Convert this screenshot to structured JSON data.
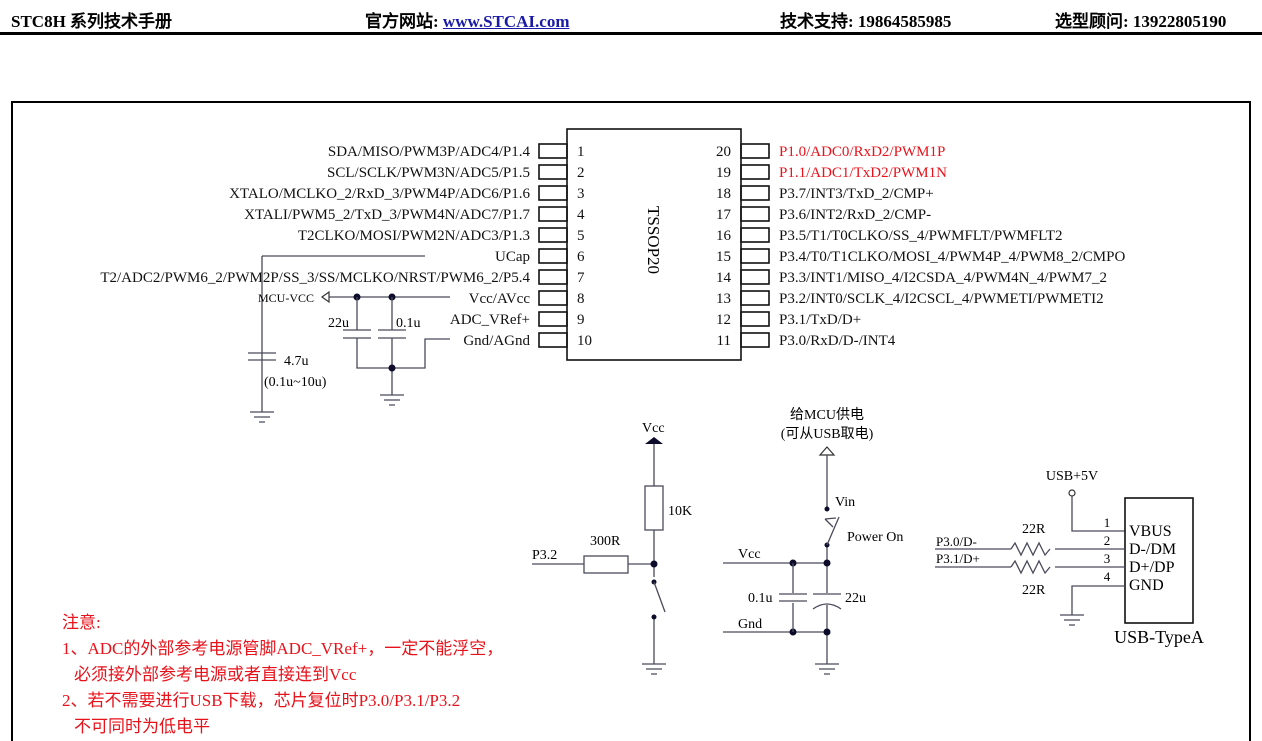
{
  "header": {
    "manual_title": "STC8H 系列技术手册",
    "website_label": "官方网站: ",
    "website_link": "www.STCAI.com",
    "support_label": "技术支持: 19864585985",
    "sales_label": "选型顾问: 13922805190"
  },
  "chip": {
    "package": "TSSOP20",
    "left_pins": [
      {
        "num": "1",
        "label": "SDA/MISO/PWM3P/ADC4/P1.4"
      },
      {
        "num": "2",
        "label": "SCL/SCLK/PWM3N/ADC5/P1.5"
      },
      {
        "num": "3",
        "label": "XTALO/MCLKO_2/RxD_3/PWM4P/ADC6/P1.6"
      },
      {
        "num": "4",
        "label": "XTALI/PWM5_2/TxD_3/PWM4N/ADC7/P1.7"
      },
      {
        "num": "5",
        "label": "T2CLKO/MOSI/PWM2N/ADC3/P1.3"
      },
      {
        "num": "6",
        "label": "UCap"
      },
      {
        "num": "7",
        "label": "T2/ADC2/PWM6_2/PWM2P/SS_3/SS/MCLKO/NRST/PWM6_2/P5.4"
      },
      {
        "num": "8",
        "label": "Vcc/AVcc"
      },
      {
        "num": "9",
        "label": "ADC_VRef+"
      },
      {
        "num": "10",
        "label": "Gnd/AGnd"
      }
    ],
    "right_pins": [
      {
        "num": "20",
        "label": "P1.0/ADC0/RxD2/PWM1P",
        "highlight": true
      },
      {
        "num": "19",
        "label": "P1.1/ADC1/TxD2/PWM1N",
        "highlight": true
      },
      {
        "num": "18",
        "label": "P3.7/INT3/TxD_2/CMP+"
      },
      {
        "num": "17",
        "label": "P3.6/INT2/RxD_2/CMP-"
      },
      {
        "num": "16",
        "label": "P3.5/T1/T0CLKO/SS_4/PWMFLT/PWMFLT2"
      },
      {
        "num": "15",
        "label": "P3.4/T0/T1CLKO/MOSI_4/PWM4P_4/PWM8_2/CMPO"
      },
      {
        "num": "14",
        "label": "P3.3/INT1/MISO_4/I2CSDA_4/PWM4N_4/PWM7_2"
      },
      {
        "num": "13",
        "label": "P3.2/INT0/SCLK_4/I2CSCL_4/PWMETI/PWMETI2"
      },
      {
        "num": "12",
        "label": "P3.1/TxD/D+"
      },
      {
        "num": "11",
        "label": "P3.0/RxD/D-/INT4"
      }
    ]
  },
  "power_section": {
    "mcu_vcc": "MCU-VCC",
    "cap_22u": "22u",
    "cap_01u": "0.1u",
    "ucap_cap": "4.7u",
    "ucap_range": "(0.1u~10u)"
  },
  "reset_circuit": {
    "vcc": "Vcc",
    "pullup": "10K",
    "series_res": "300R",
    "pin": "P3.2"
  },
  "supply_circuit": {
    "title_line1": "给MCU供电",
    "title_line2": "(可从USB取电)",
    "vin": "Vin",
    "switch": "Power On",
    "vcc": "Vcc",
    "gnd": "Gnd",
    "cap_small": "0.1u",
    "cap_large": "22u"
  },
  "usb": {
    "supply": "USB+5V",
    "res_top": "22R",
    "res_bottom": "22R",
    "net_dm": "P3.0/D-",
    "net_dp": "P3.1/D+",
    "pins": [
      {
        "num": "1",
        "label": "VBUS"
      },
      {
        "num": "2",
        "label": "D-/DM"
      },
      {
        "num": "3",
        "label": "D+/DP"
      },
      {
        "num": "4",
        "label": "GND"
      }
    ],
    "connector": "USB-TypeA"
  },
  "notes": {
    "title": "注意:",
    "line1": "1、ADC的外部参考电源管脚ADC_VRef+，一定不能浮空，",
    "line2": "必须接外部参考电源或者直接连到Vcc",
    "line3": "2、若不需要进行USB下载，芯片复位时P3.0/P3.1/P3.2",
    "line4": "不可同时为低电平"
  },
  "colors": {
    "highlight": "#e8121a",
    "link": "#1a1aa8",
    "wire": "#4a4a5a"
  }
}
